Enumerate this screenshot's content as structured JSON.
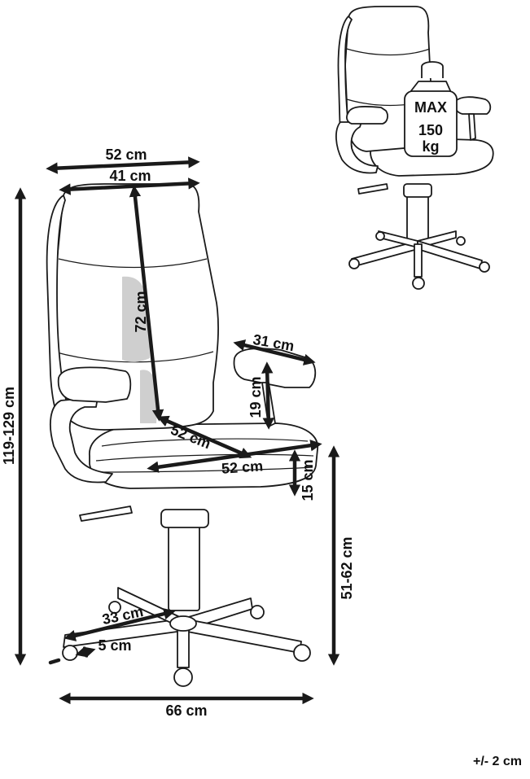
{
  "dimensions": {
    "overall_width": "52 cm",
    "backrest_width": "41 cm",
    "backrest_height": "72 cm",
    "total_height": "119-129 cm",
    "armrest_length": "31 cm",
    "armrest_height": "19 cm",
    "seat_depth": "52 cm",
    "seat_width": "52 cm",
    "seat_thickness": "15 cm",
    "seat_height": "51-62 cm",
    "base_leg": "33 cm",
    "caster": "5 cm",
    "base_width": "66 cm"
  },
  "badge": {
    "top": "MAX",
    "value": "150",
    "unit": "kg"
  },
  "tolerance": "+/- 2 cm"
}
